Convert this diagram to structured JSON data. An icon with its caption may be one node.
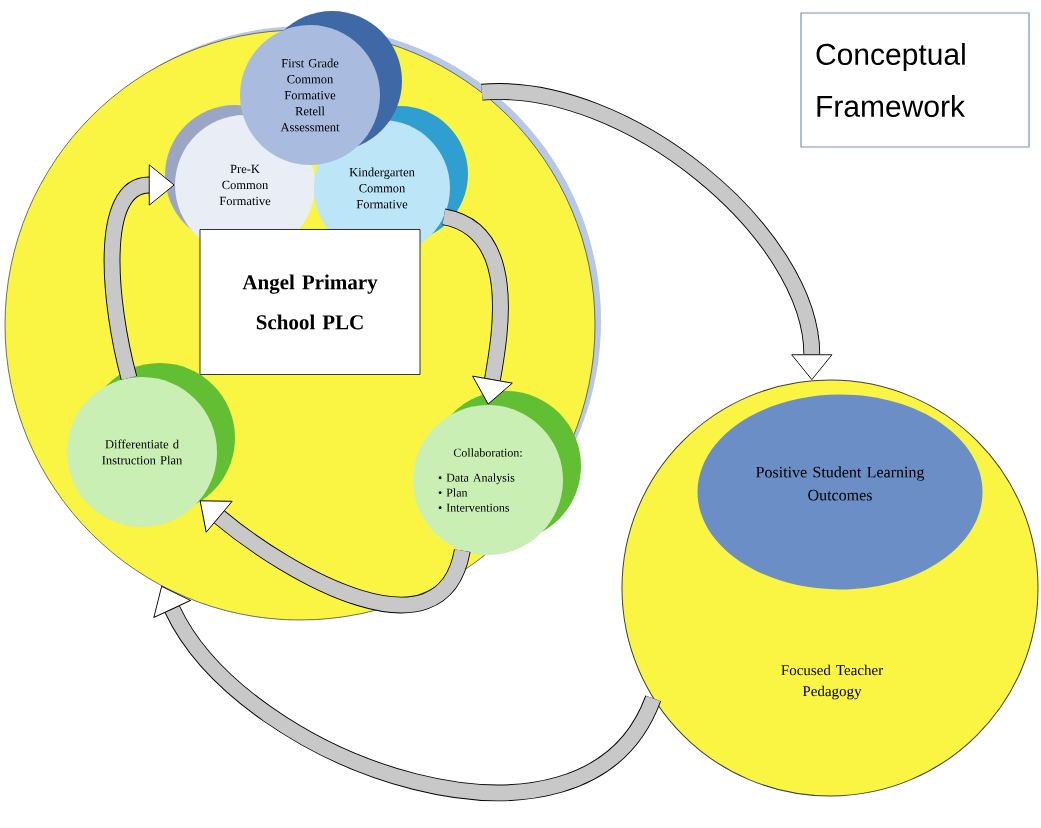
{
  "diagram": {
    "nodes": [
      {
        "text": [],
        "shape": "circle"
      },
      {
        "text": [
          "First Grade Common Formative Retell Assessment"
        ],
        "in": 0
      },
      {
        "text": [
          "Pre-K Common Formative"
        ],
        "in": 0
      },
      {
        "text": [
          "Kindergarten Common Formative"
        ],
        "in": 0
      },
      {
        "text": [
          "Angel Primary School PLC"
        ],
        "in": 0
      },
      {
        "text": [
          "Differentiate d Instruction Plan"
        ],
        "in": 0
      },
      {
        "text": [
          "Collaboration:",
          "• Data Analysis",
          "• Plan",
          "• Interventions"
        ],
        "in": 0
      },
      {
        "text": [
          "Conceptual Framework"
        ]
      },
      {
        "text": [
          "Focused Teacher Pedagogy"
        ]
      },
      {
        "text": [
          "Positive Student Learning Outcomes"
        ],
        "in": 8
      }
    ],
    "edges": [
      {
        "from": 5,
        "to": 2,
        "arrow": "to"
      },
      {
        "from": 3,
        "to": 6,
        "arrow": "to"
      },
      {
        "from": 6,
        "to": 5,
        "arrow": "to"
      },
      {
        "from": 0,
        "to": 8,
        "arrow": "to"
      },
      {
        "from": 8,
        "to": 0,
        "arrow": "to"
      }
    ]
  }
}
